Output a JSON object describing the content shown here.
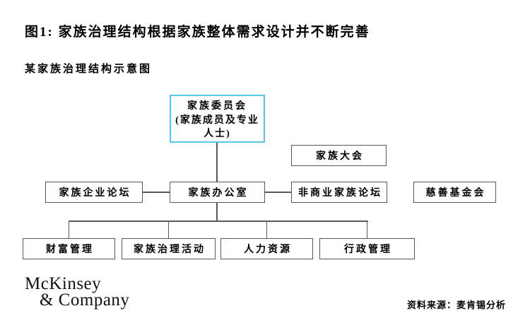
{
  "page": {
    "title": "图1: 家族治理结构根据家族整体需求设计并不断完善",
    "subtitle": "某家族治理结构示意图"
  },
  "diagram": {
    "type": "org-chart",
    "committee": {
      "title": "家族委员会",
      "sub_line1": "(家族成员及专业",
      "sub_line2": "人士)"
    },
    "assembly": {
      "label": "家族大会"
    },
    "business_forum": {
      "label": "家族企业论坛"
    },
    "family_office": {
      "label": "家族办公室"
    },
    "non_business_forum": {
      "label": "非商业家族论坛"
    },
    "charity_foundation": {
      "label": "慈善基金会"
    },
    "wealth_management": {
      "label": "财富管理"
    },
    "governance_activities": {
      "label": "家族治理活动"
    },
    "human_resources": {
      "label": "人力资源"
    },
    "administration": {
      "label": "行政管理"
    },
    "edges": [
      "家族委员会 -> 家族办公室",
      "家族企业论坛 - 家族办公室",
      "家族办公室 - 非商业家族论坛",
      "家族办公室 -> 财富管理",
      "家族办公室 -> 家族治理活动",
      "家族办公室 -> 人力资源",
      "家族办公室 -> 行政管理"
    ]
  },
  "footer": {
    "logo_line1": "McKinsey",
    "logo_line2": "& Company",
    "source": "资料来源：麦肯锡分析"
  },
  "colors": {
    "highlight_border": "#5bc6ee",
    "box_border": "#58595b",
    "connector": "#58595b",
    "text": "#000000"
  }
}
